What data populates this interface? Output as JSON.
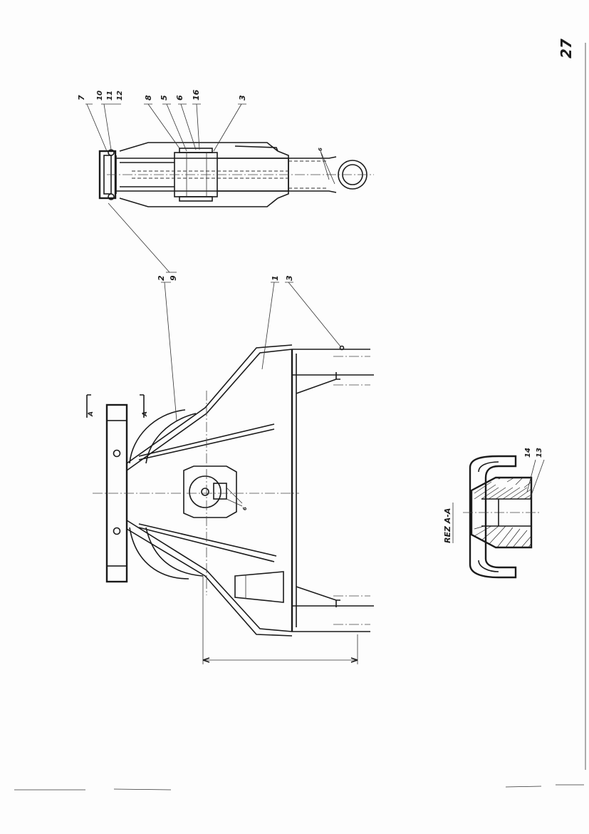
{
  "page_number": "27",
  "section_title": "REZ A-A",
  "section_arrows": {
    "top": "A",
    "bottom": "A"
  },
  "part_labels_side": [
    "7",
    "10",
    "11",
    "12",
    "8",
    "5",
    "6",
    "16",
    "3"
  ],
  "part_labels_left": [
    "2",
    "9"
  ],
  "part_labels_front": [
    "1",
    "3"
  ],
  "part_labels_section": [
    "14",
    "13"
  ],
  "weld_symbols": [
    "6",
    "6"
  ]
}
